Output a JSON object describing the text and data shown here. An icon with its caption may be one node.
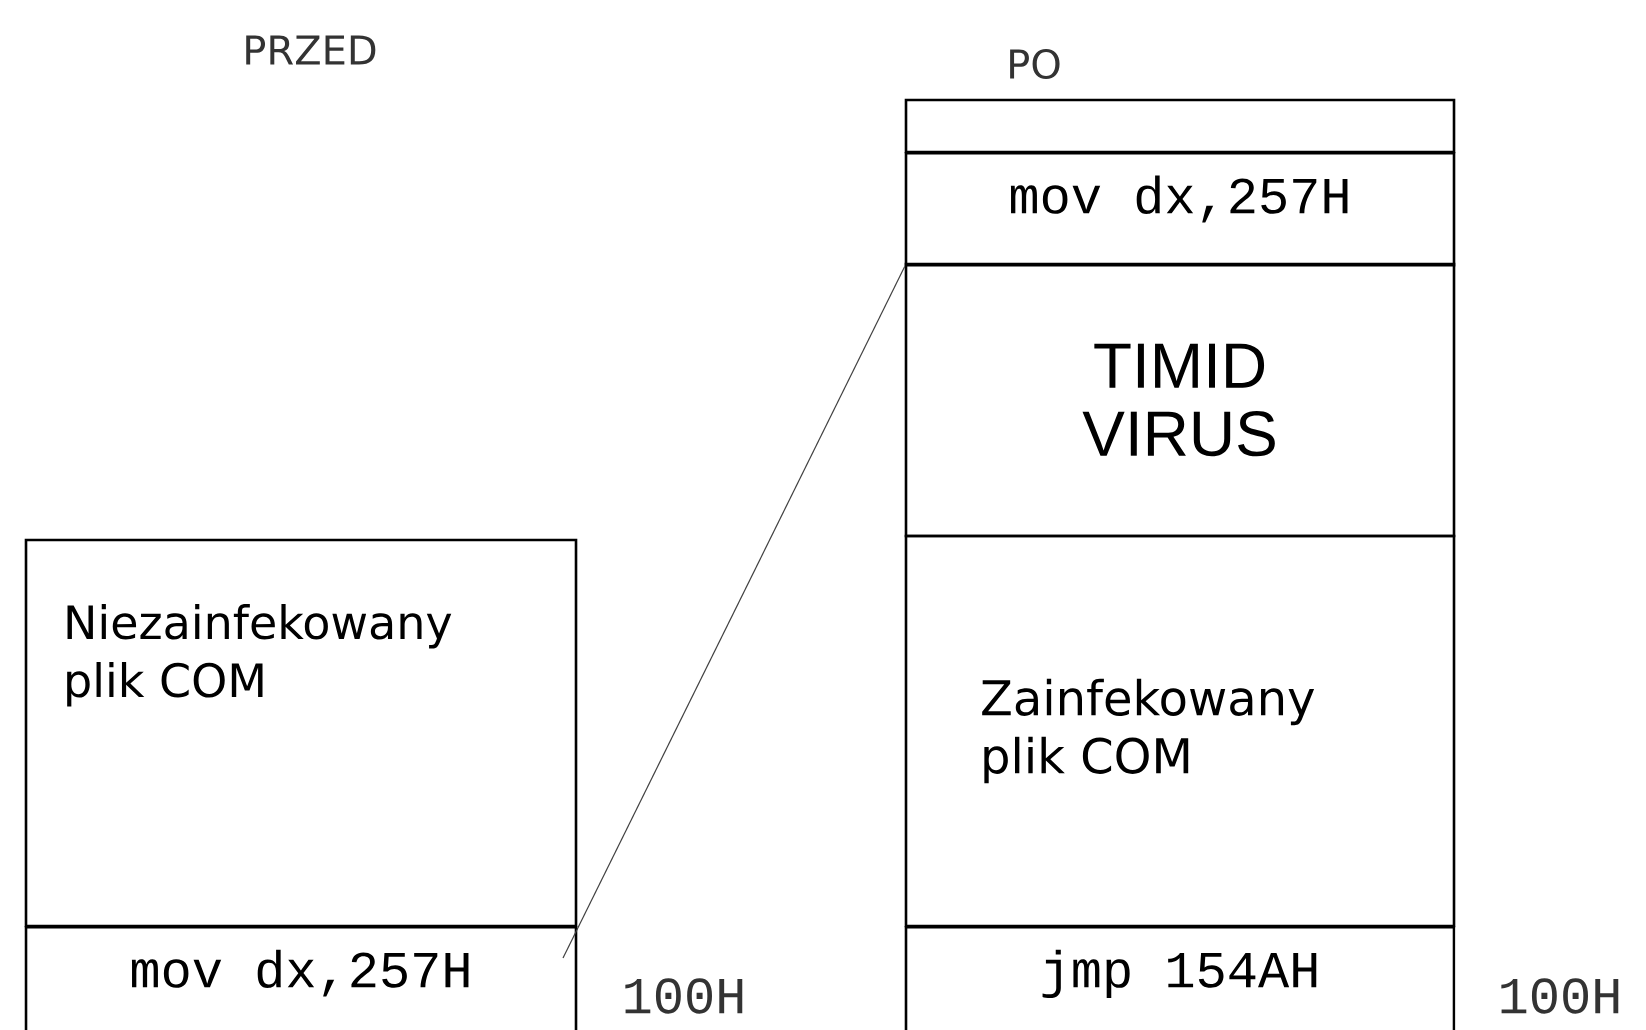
{
  "diagram": {
    "nodes": [
      {
        "text": [
          "Niezainfekowany plik COM"
        ]
      },
      {
        "text": [
          "mov dx,257H"
        ]
      },
      {
        "text": [],
        "shape": "box"
      },
      {
        "text": [
          "mov dx,257H"
        ]
      },
      {
        "text": [
          "TIMID VIRUS"
        ]
      },
      {
        "text": [
          "Zainfekowany plik COM"
        ]
      },
      {
        "text": [
          "jmp 154AH"
        ]
      }
    ],
    "edges": [
      {
        "from": 1,
        "to": 3,
        "arrow": "none"
      }
    ],
    "labels": [
      "PRZED",
      "PO",
      "100H",
      "100H"
    ]
  }
}
